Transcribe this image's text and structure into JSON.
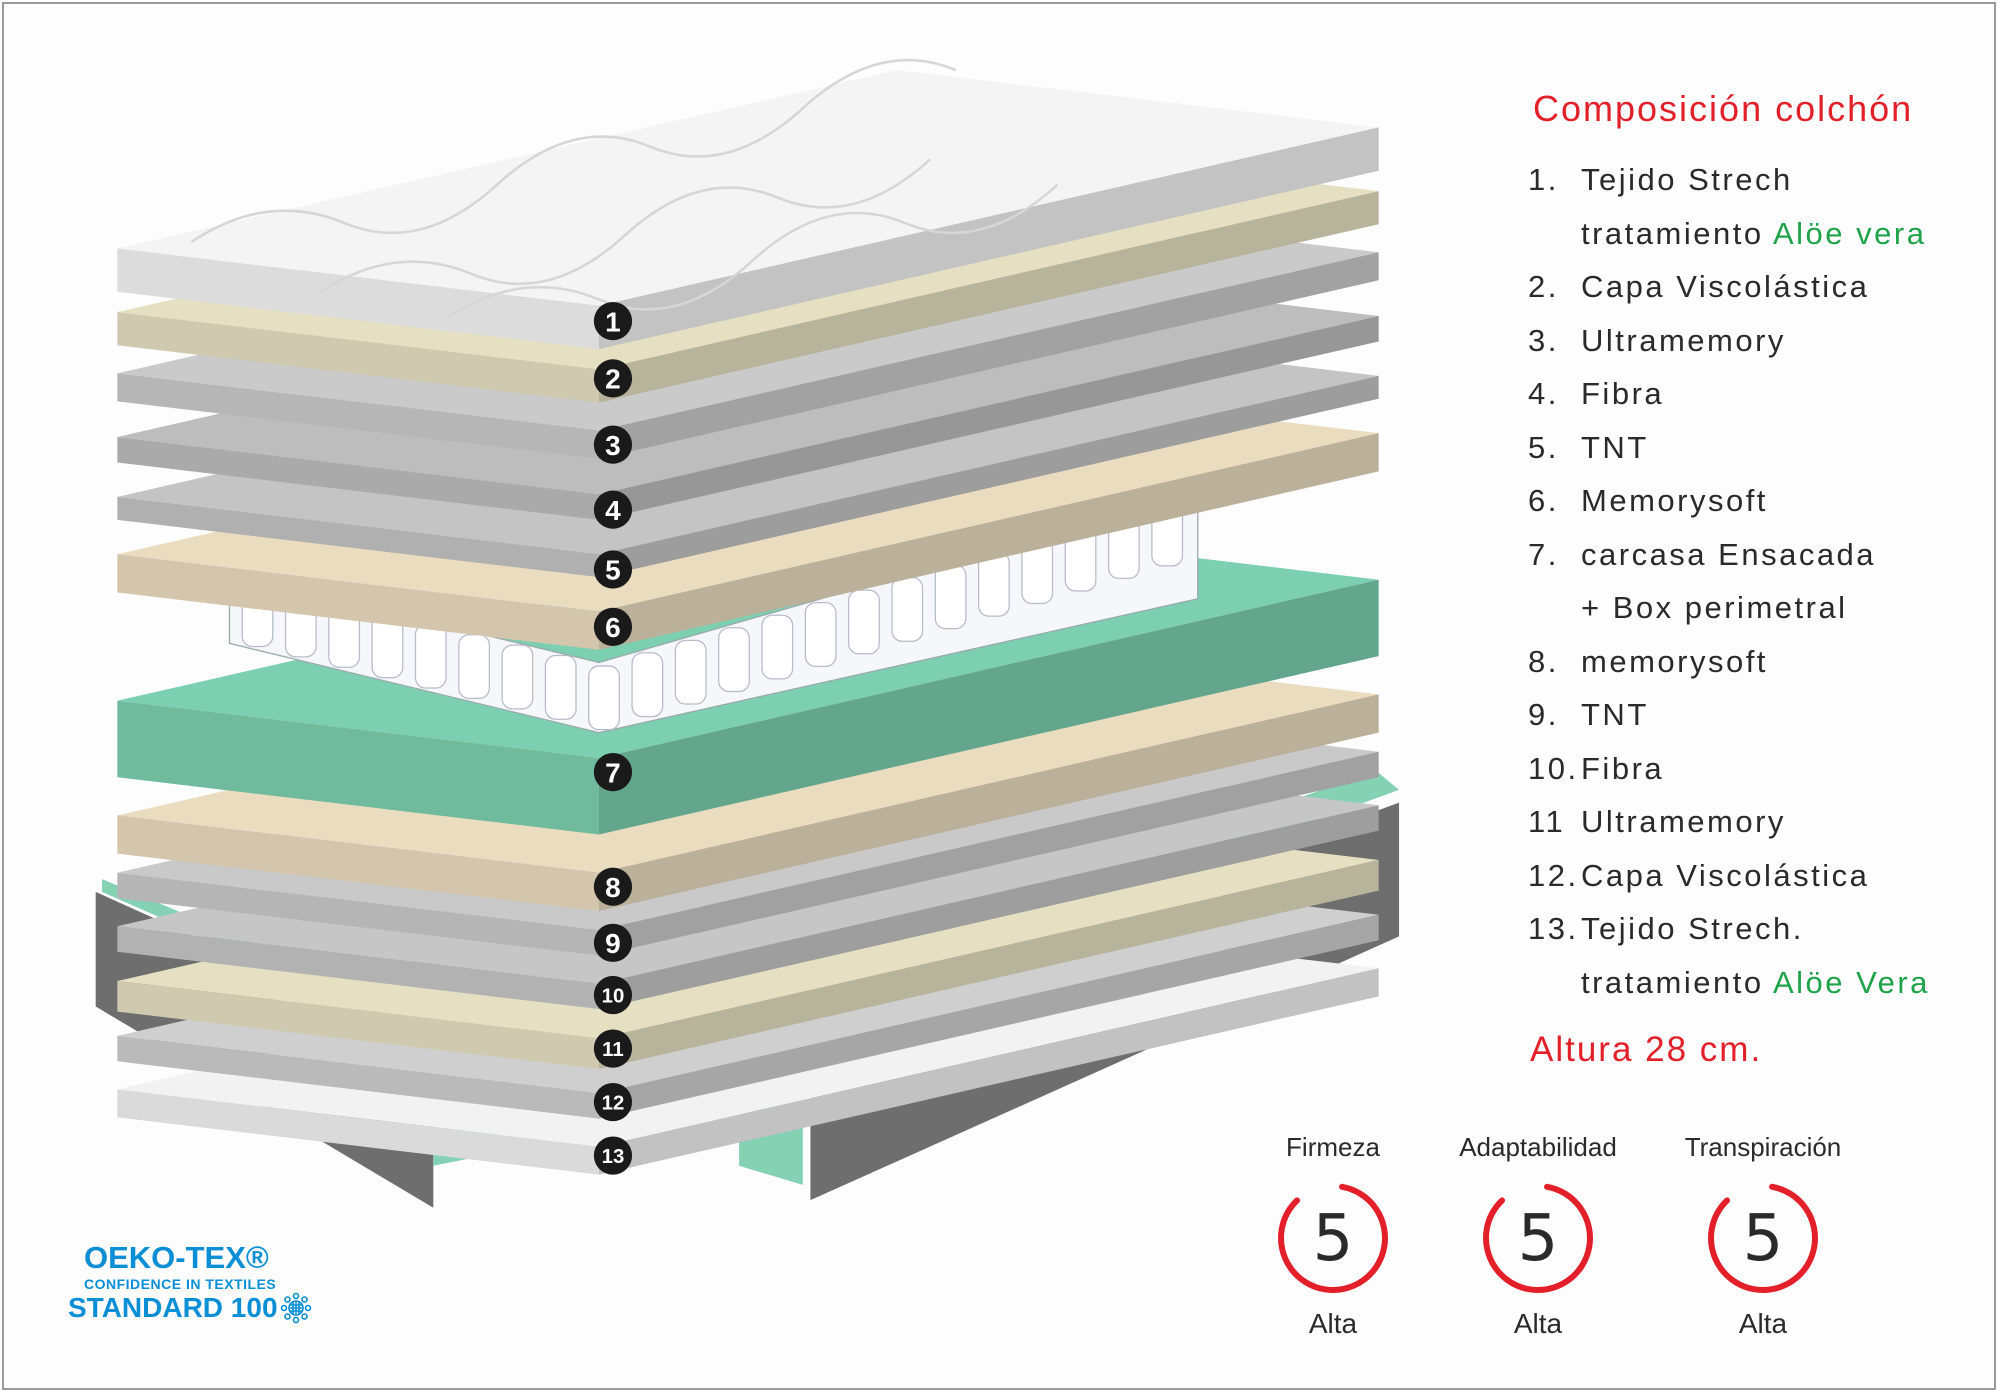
{
  "title": "Composición colchón",
  "layers": [
    {
      "num": "1.",
      "text": "Tejido Strech"
    },
    {
      "num": "",
      "text": "tratamiento ",
      "highlight": "Alöe vera"
    },
    {
      "num": "2.",
      "text": "Capa Viscolástica"
    },
    {
      "num": "3.",
      "text": "Ultramemory"
    },
    {
      "num": "4.",
      "text": "Fibra"
    },
    {
      "num": "5.",
      "text": "TNT"
    },
    {
      "num": "6.",
      "text": "Memorysoft"
    },
    {
      "num": "7.",
      "text": "carcasa Ensacada"
    },
    {
      "num": "",
      "text": "+ Box perimetral"
    },
    {
      "num": "8.",
      "text": "memorysoft"
    },
    {
      "num": "9.",
      "text": "TNT"
    },
    {
      "num": "10.",
      "text": "Fibra"
    },
    {
      "num": "11",
      "text": "Ultramemory"
    },
    {
      "num": "12.",
      "text": "Capa Viscolástica"
    },
    {
      "num": "13.",
      "text": "Tejido Strech."
    },
    {
      "num": "",
      "text": "tratamiento ",
      "highlight": "Alöe Vera"
    }
  ],
  "height_label": "Altura 28 cm.",
  "badges": [
    "1",
    "2",
    "3",
    "4",
    "5",
    "6",
    "7",
    "8",
    "9",
    "10",
    "11",
    "12",
    "13"
  ],
  "ratings": [
    {
      "label": "Firmeza",
      "value": "5",
      "level": "Alta",
      "fraction": 0.85
    },
    {
      "label": "Adaptabilidad",
      "value": "5",
      "level": "Alta",
      "fraction": 0.85
    },
    {
      "label": "Transpiración",
      "value": "5",
      "level": "Alta",
      "fraction": 0.85
    }
  ],
  "certification": {
    "name": "OEKO-TEX®",
    "tagline": "CONFIDENCE IN TEXTILES",
    "standard": "STANDARD 100"
  },
  "colors": {
    "accent": "#e3202a",
    "green": "#1ea34a",
    "foam": "#7ccfb0",
    "base": "#6e6e6e",
    "oeko": "#0a8ed6"
  }
}
